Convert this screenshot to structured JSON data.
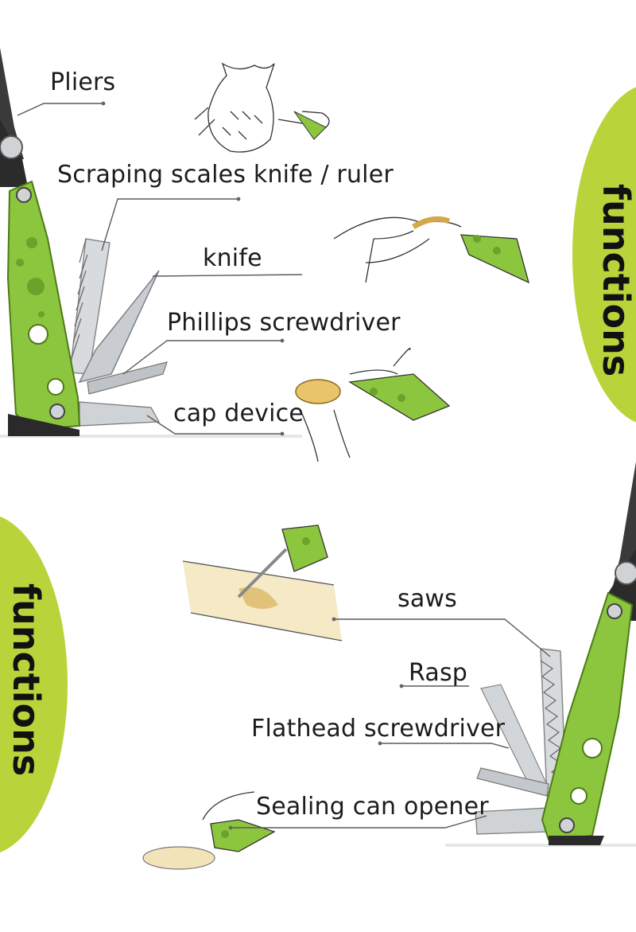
{
  "section_top": {
    "side_label": "functions",
    "labels": {
      "pliers": "Pliers",
      "scraping": "Scraping scales knife / ruler",
      "knife": "knife",
      "phillips": "Phillips screwdriver",
      "cap": "cap device"
    }
  },
  "section_bottom": {
    "side_label": "functions",
    "labels": {
      "saws": "saws",
      "rasp": "Rasp",
      "flathead": "Flathead screwdriver",
      "sealing": "Sealing can opener"
    }
  },
  "colors": {
    "accent_green": "#8cc63f",
    "circle_green": "#b8d43a",
    "steel": "#c9cdd2",
    "dark": "#222222",
    "leader_line": "#5a5a5a"
  },
  "icons": {
    "tool_top": "multitool-illustration",
    "tool_bottom": "multitool-illustration",
    "fish_sketch": "fish-scaling-sketch",
    "hand_knife_sketch": "hand-knife-sketch",
    "cap_sketch": "bottle-cap-sketch",
    "saw_sketch": "saw-log-sketch",
    "can_sketch": "can-opener-sketch"
  }
}
